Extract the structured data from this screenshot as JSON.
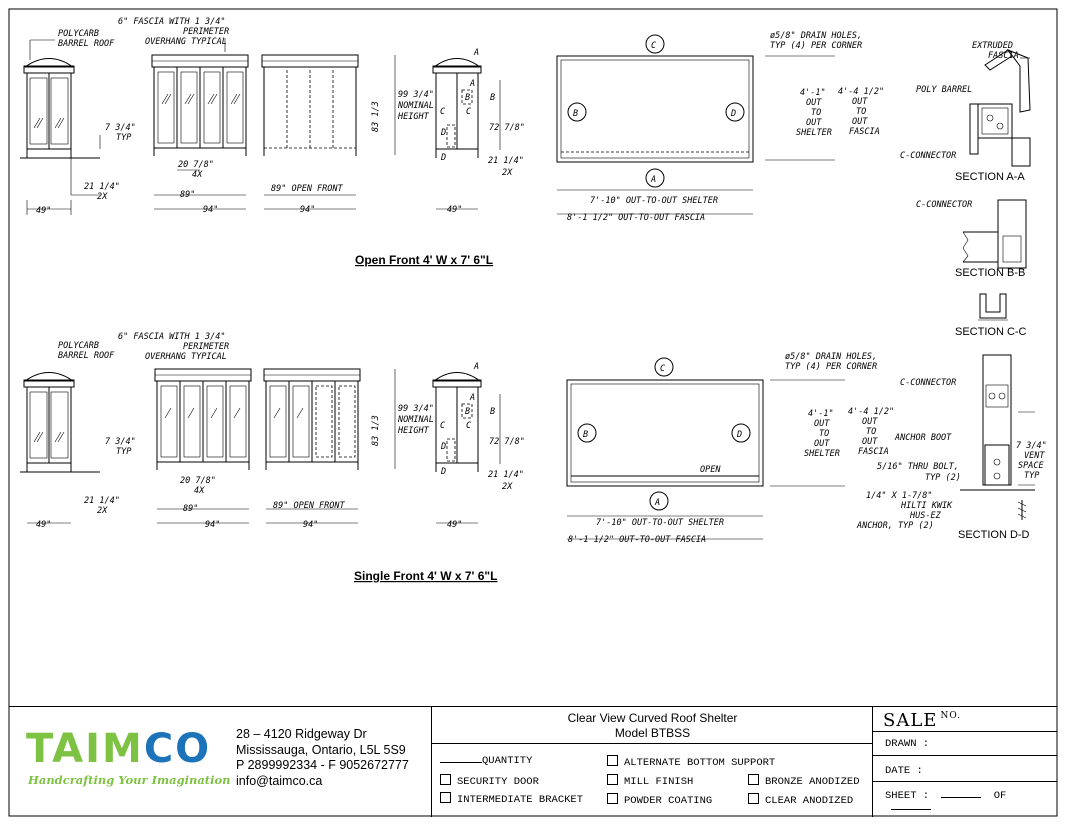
{
  "sections": {
    "open_front": {
      "title": "Open Front  4' W x 7' 6\"L",
      "polycarb": [
        "POLYCARB",
        "BARREL ROOF"
      ],
      "fascia": [
        "6\" FASCIA WITH 1 3/4\"",
        "PERIMETER",
        "OVERHANG TYPICAL"
      ],
      "typ_734": [
        "7 3/4\"",
        "TYP"
      ],
      "dim_2114": [
        "21 1/4\"",
        "2X"
      ],
      "dim_49": "49\"",
      "dim_2078": [
        "20 7/8\"",
        "4X"
      ],
      "dim_89": "89\"",
      "dim_94": "94\"",
      "open_front_89": "89\" OPEN FRONT",
      "dim_94b": "94\"",
      "nominal": [
        "99 3/4\"",
        "NOMINAL",
        "HEIGHT"
      ],
      "dim_8313": "83 1/3",
      "dim_7278": "72 7/8\"",
      "dim_2114b": [
        "21 1/4\"",
        "2X"
      ],
      "dim_49b": "49\"",
      "letters_side": [
        "A",
        "A",
        "B",
        "B",
        "C",
        "C",
        "D",
        "D"
      ],
      "drain": [
        "ø5/8\" DRAIN HOLES,",
        "TYP (4) PER CORNER"
      ],
      "out_shelter": [
        "4'-1\"",
        "OUT",
        "TO",
        "OUT",
        "SHELTER"
      ],
      "out_fascia": [
        "4'-4 1/2\"",
        "OUT",
        "TO",
        "OUT",
        "FASCIA"
      ],
      "plan_letters": {
        "top": "C",
        "left": "B",
        "right": "D",
        "bottom": "A"
      },
      "shelter_len": "7'-10\" OUT-TO-OUT SHELTER",
      "fascia_len": "8'-1 1/2\" OUT-TO-OUT FASCIA"
    },
    "single_front": {
      "title": "Single Front  4' W x 7' 6\"L",
      "polycarb": [
        "POLYCARB",
        "BARREL ROOF"
      ],
      "fascia": [
        "6\" FASCIA WITH 1 3/4\"",
        "PERIMETER",
        "OVERHANG TYPICAL"
      ],
      "typ_734": [
        "7 3/4\"",
        "TYP"
      ],
      "dim_2114": [
        "21 1/4\"",
        "2X"
      ],
      "dim_49": "49\"",
      "dim_2078": [
        "20 7/8\"",
        "4X"
      ],
      "dim_89": "89\"",
      "dim_94": "94\"",
      "open_front_89": "89\" OPEN FRONT",
      "dim_94b": "94\"",
      "nominal": [
        "99 3/4\"",
        "NOMINAL",
        "HEIGHT"
      ],
      "dim_8313": "83 1/3",
      "dim_7278": "72 7/8\"",
      "dim_2114b": [
        "21 1/4\"",
        "2X"
      ],
      "dim_49b": "49\"",
      "letters_side": [
        "A",
        "A",
        "B",
        "B",
        "C",
        "C",
        "D",
        "D"
      ],
      "drain": [
        "ø5/8\" DRAIN HOLES,",
        "TYP (4) PER CORNER"
      ],
      "out_shelter": [
        "4'-1\"",
        "OUT",
        "TO",
        "OUT",
        "SHELTER"
      ],
      "out_fascia": [
        "4'-4 1/2\"",
        "OUT",
        "TO",
        "OUT",
        "FASCIA"
      ],
      "plan_letters": {
        "top": "C",
        "left": "B",
        "right": "D",
        "bottom": "A"
      },
      "open_label": "OPEN",
      "shelter_len": "7'-10\" OUT-TO-OUT SHELTER",
      "fascia_len": "8'-1 1/2\" OUT-TO-OUT FASCIA"
    }
  },
  "details": {
    "aa": {
      "extruded": [
        "EXTRUDED",
        "FASCIA"
      ],
      "poly": "POLY BARREL",
      "conn": "C-CONNECTOR",
      "title": "SECTION A-A"
    },
    "bb": {
      "conn": "C-CONNECTOR",
      "title": "SECTION B-B"
    },
    "cc": {
      "title": "SECTION C-C"
    },
    "dd": {
      "conn": "C-CONNECTOR",
      "boot": "ANCHOR BOOT",
      "bolt": [
        "5/16\" THRU BOLT,",
        "TYP (2)"
      ],
      "anchor": [
        "1/4\" X 1-7/8\"",
        "HILTI KWIK",
        "HUS-EZ",
        "ANCHOR, TYP (2)"
      ],
      "vent": [
        "7 3/4\"",
        "VENT",
        "SPACE",
        "TYP"
      ],
      "title": "SECTION D-D"
    }
  },
  "titleblock": {
    "logo": {
      "part1": "TAIM",
      "part2": "CO"
    },
    "slogan": "Handcrafting Your Imagination",
    "address": [
      "28 – 4120 Ridgeway Dr",
      "Mississauga, Ontario, L5L 5S9",
      "P 2899992334 - F 9052672777",
      "info@taimco.ca"
    ],
    "product": [
      "Clear View Curved Roof Shelter",
      "Model BTBSS"
    ],
    "quantity": "QUANTITY",
    "options": [
      "SECURITY DOOR",
      "INTERMEDIATE BRACKET",
      "ALTERNATE BOTTOM SUPPORT",
      "MILL FINISH",
      "POWDER COATING",
      "BRONZE ANODIZED",
      "CLEAR ANODIZED"
    ],
    "sale": "SALE",
    "no": "NO.",
    "drawn": "DRAWN :",
    "date": "DATE :",
    "sheet": "SHEET :",
    "of": "OF"
  },
  "colors": {
    "green": "#7dc242",
    "blue": "#1d73b9"
  }
}
